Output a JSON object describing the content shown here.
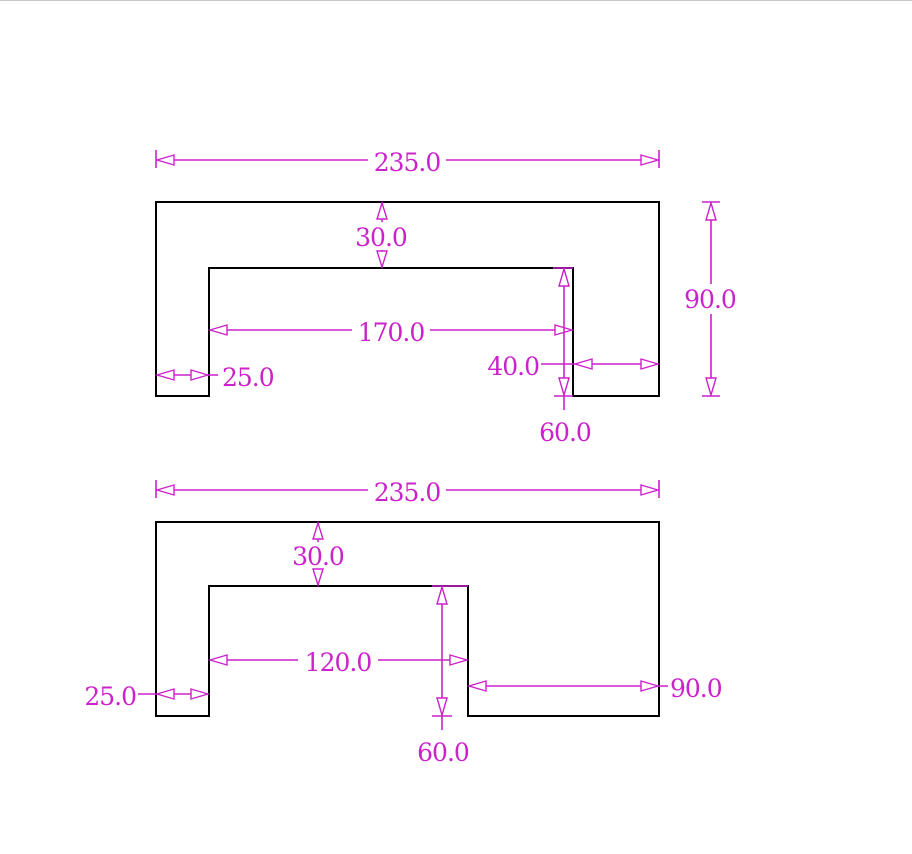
{
  "colors": {
    "outline": "#000000",
    "dimension": "#cc22cc",
    "background": "#ffffff"
  },
  "parts": [
    {
      "dimensions": {
        "overall_width": "235.0",
        "top_thickness": "30.0",
        "inner_width": "170.0",
        "overall_height": "90.0",
        "left_leg": "25.0",
        "right_leg": "40.0",
        "slot_depth": "60.0"
      }
    },
    {
      "dimensions": {
        "overall_width": "235.0",
        "top_thickness": "30.0",
        "inner_width": "120.0",
        "left_leg": "25.0",
        "right_leg": "90.0",
        "slot_depth": "60.0"
      }
    }
  ]
}
